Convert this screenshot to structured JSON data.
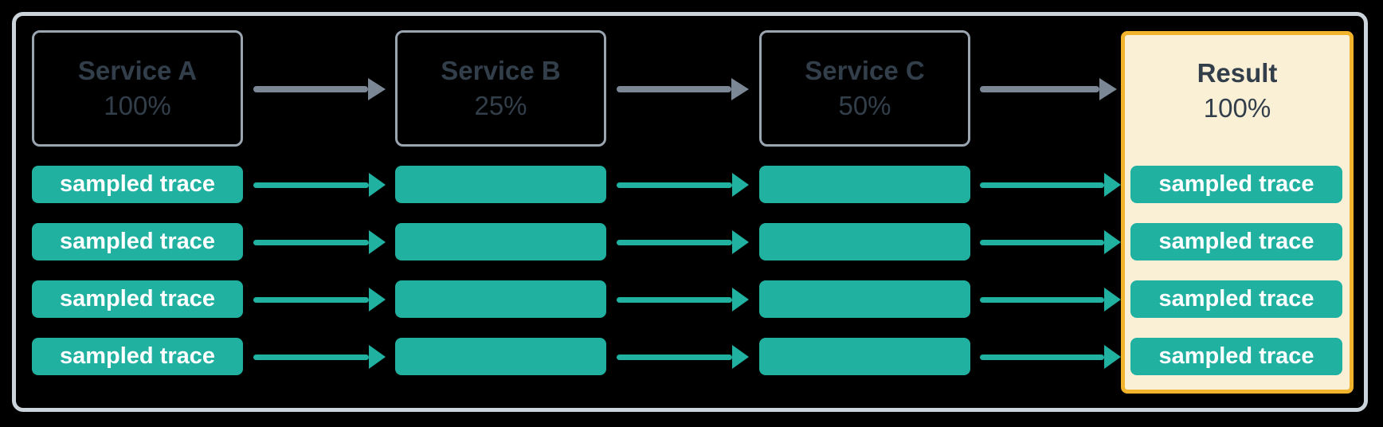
{
  "diagram": {
    "services": [
      {
        "name": "Service A",
        "rate": "100%"
      },
      {
        "name": "Service B",
        "rate": "25%"
      },
      {
        "name": "Service C",
        "rate": "50%"
      }
    ],
    "result": {
      "name": "Result",
      "rate": "100%"
    },
    "trace_label": "sampled trace",
    "lanes_per_column": 4
  },
  "colors": {
    "background": "#000000",
    "frame-border": "#CBD4DB",
    "service-border": "#9AA5B1",
    "heading-text": "#323F4B",
    "teal": "#20B1A0",
    "trace-text": "#FFFFFF",
    "result-bg": "#FAF0D6",
    "result-border": "#F2B32D",
    "arrow-gray": "#7B8794"
  }
}
